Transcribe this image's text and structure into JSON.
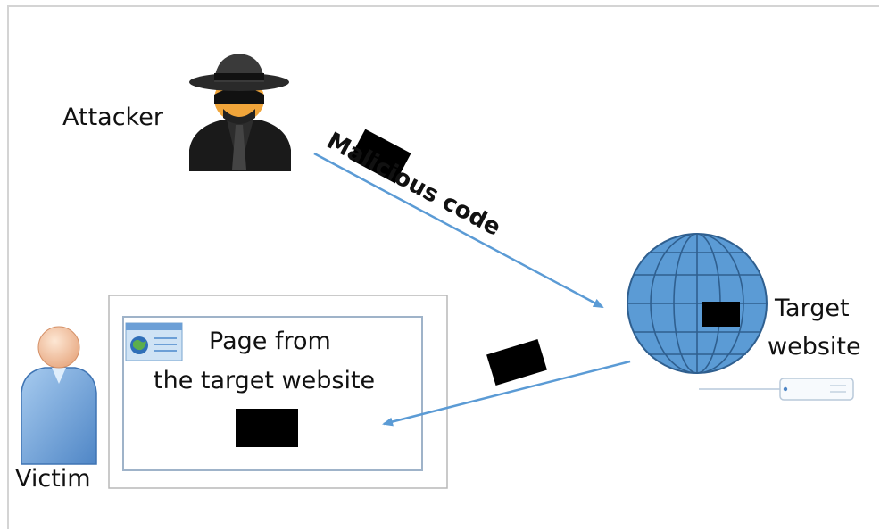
{
  "labels": {
    "attacker": "Attacker",
    "malicious_code": "Malicious code",
    "target_website_line1": "Target",
    "target_website_line2": "website",
    "page_line1": "Page from",
    "page_line2": "the target website",
    "victim": "Victim"
  },
  "colors": {
    "arrow": "#5b9bd5",
    "globe_fill": "#5b9bd5",
    "globe_lines": "#2f5f8f",
    "block": "#000000"
  },
  "icons": [
    "spy-attacker-icon",
    "globe-icon",
    "server-icon",
    "browser-window-icon",
    "user-victim-icon"
  ]
}
